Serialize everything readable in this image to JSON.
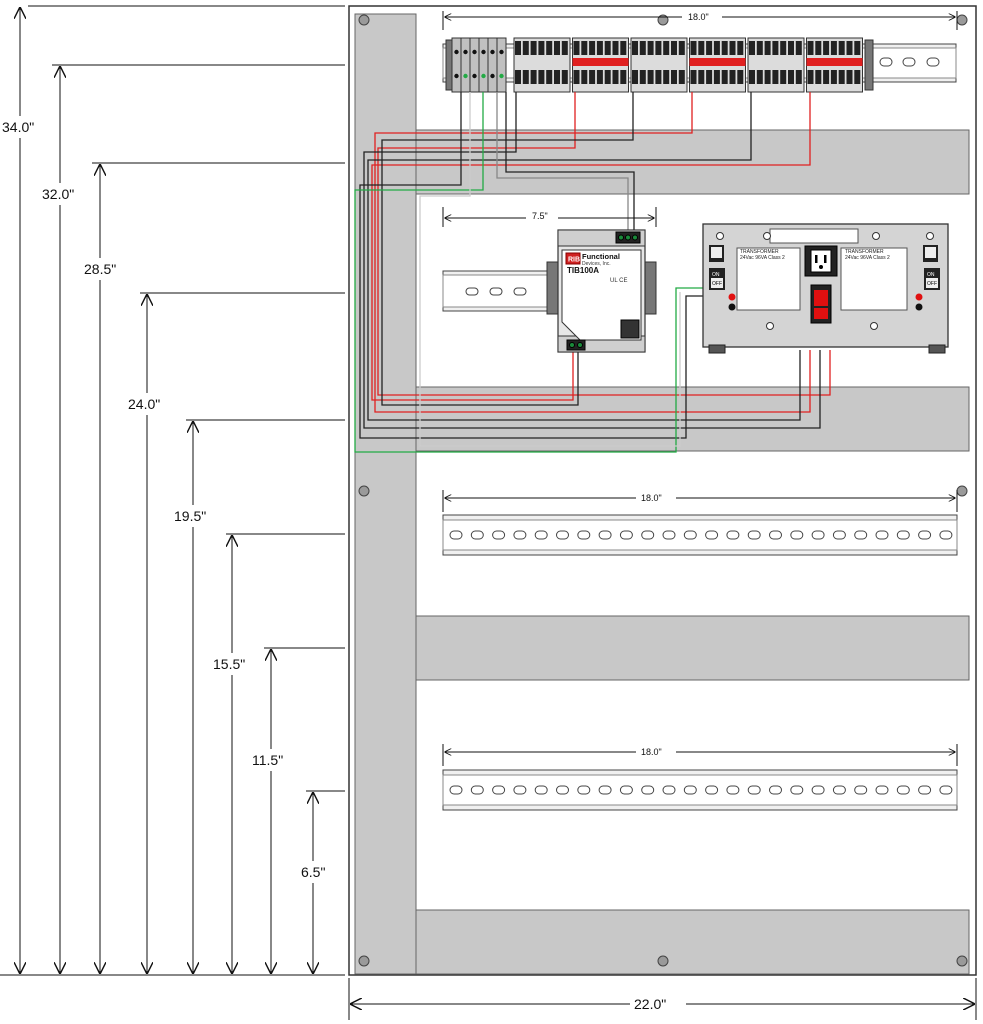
{
  "dimensions": {
    "vertical": [
      "34.0\"",
      "32.0\"",
      "28.5\"",
      "24.0\"",
      "19.5\"",
      "15.5\"",
      "11.5\"",
      "6.5\""
    ],
    "panel_width": "22.0\"",
    "rail_top": "18.0\"",
    "rail_middle": "18.0\"",
    "rail_bottom": "18.0\"",
    "module_span": "7.5\""
  },
  "module": {
    "logo": "RIB",
    "brand_line1": "Functional",
    "brand_line2": "Devices, Inc.",
    "model": "TIB100A",
    "marks": "UL CE"
  },
  "power_supply": {
    "left_transformer_title": "TRANSFORMER",
    "left_transformer_rating": "24Vac 96VA Class 2",
    "right_transformer_title": "TRANSFORMER",
    "right_transformer_rating": "24Vac 96VA Class 2",
    "switch_on": "ON",
    "switch_off": "OFF"
  },
  "colors": {
    "panel_fill": "#ffffff",
    "duct_fill": "#c8c8c8",
    "wire_red": "#e02020",
    "wire_black": "#222222",
    "wire_green": "#22aa44",
    "wire_white": "#dddddd",
    "fuse_red": "#e01010"
  }
}
